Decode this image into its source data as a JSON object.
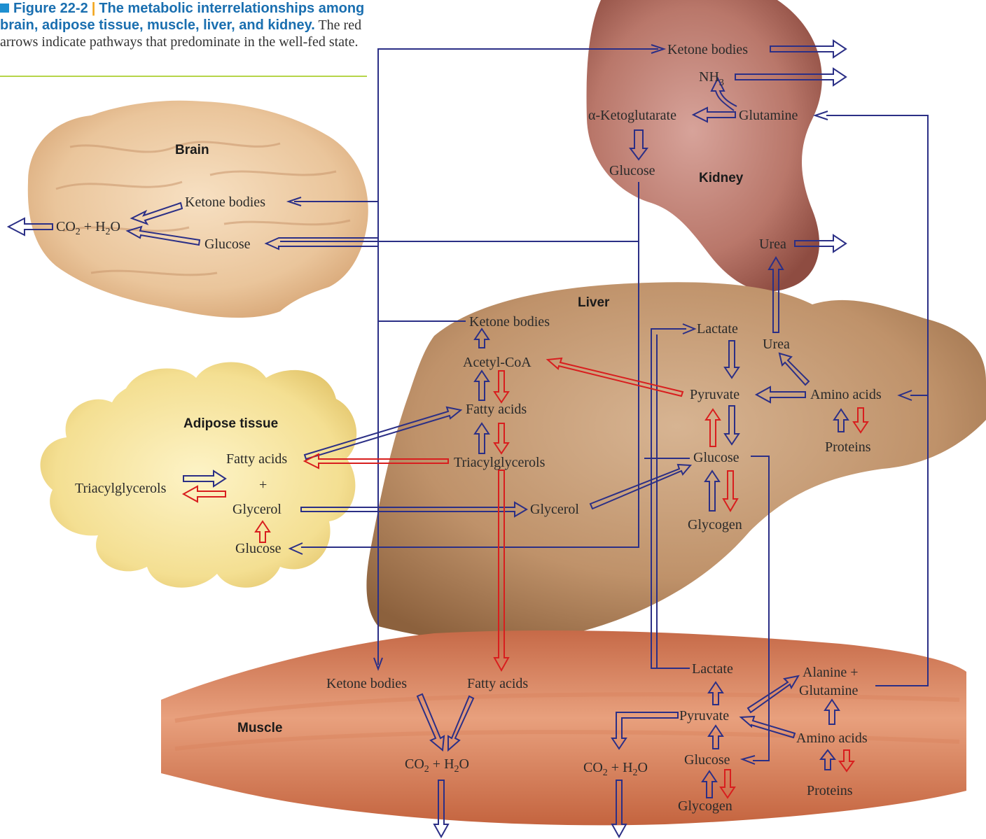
{
  "caption": {
    "figure_number": "Figure 22-2",
    "title": "The metabolic interrelationships among brain, adipose tissue, muscle, liver, and kidney.",
    "text": "The red arrows indicate pathways that predominate in the well-fed state."
  },
  "colors": {
    "fasting_arrow": "#2b2f86",
    "fed_arrow": "#d81e1e",
    "caption_title": "#1a6fb0",
    "caption_rule": "#b6d54a"
  },
  "organs": {
    "brain": "Brain",
    "kidney": "Kidney",
    "liver": "Liver",
    "adipose": "Adipose tissue",
    "muscle": "Muscle"
  },
  "labels": {
    "kidney": {
      "ketone_bodies": "Ketone bodies",
      "nh3": "NH",
      "nh3_sub": "3",
      "akg": "α-Ketoglutarate",
      "glutamine": "Glutamine",
      "glucose": "Glucose",
      "urea": "Urea"
    },
    "brain": {
      "ketone_bodies": "Ketone bodies",
      "glucose": "Glucose",
      "co2_a": "CO",
      "co2_sub": "2",
      "co2_b": " + H",
      "h2o_sub": "2",
      "co2_c": "O"
    },
    "liver": {
      "ketone_bodies": "Ketone bodies",
      "acetyl_coa": "Acetyl-CoA",
      "fatty_acids": "Fatty acids",
      "triacylglycerols": "Triacylglycerols",
      "glycerol": "Glycerol",
      "lactate": "Lactate",
      "pyruvate": "Pyruvate",
      "glucose": "Glucose",
      "glycogen": "Glycogen",
      "urea": "Urea",
      "amino_acids": "Amino acids",
      "proteins": "Proteins"
    },
    "adipose": {
      "fatty_acids": "Fatty acids",
      "plus": "+",
      "triacylglycerols": "Triacylglycerols",
      "glycerol": "Glycerol",
      "glucose": "Glucose"
    },
    "muscle": {
      "ketone_bodies": "Ketone bodies",
      "fatty_acids": "Fatty acids",
      "co2_left_a": "CO",
      "co2_left_sub": "2",
      "co2_left_b": " + H",
      "h2o_left_sub": "2",
      "co2_left_c": "O",
      "lactate": "Lactate",
      "alanine": "Alanine +",
      "glutamine": "Glutamine",
      "pyruvate": "Pyruvate",
      "co2_right_a": "CO",
      "co2_right_sub": "2",
      "co2_right_b": " + H",
      "h2o_right_sub": "2",
      "co2_right_c": "O",
      "amino_acids": "Amino acids",
      "glucose": "Glucose",
      "glycogen": "Glycogen",
      "proteins": "Proteins"
    }
  }
}
